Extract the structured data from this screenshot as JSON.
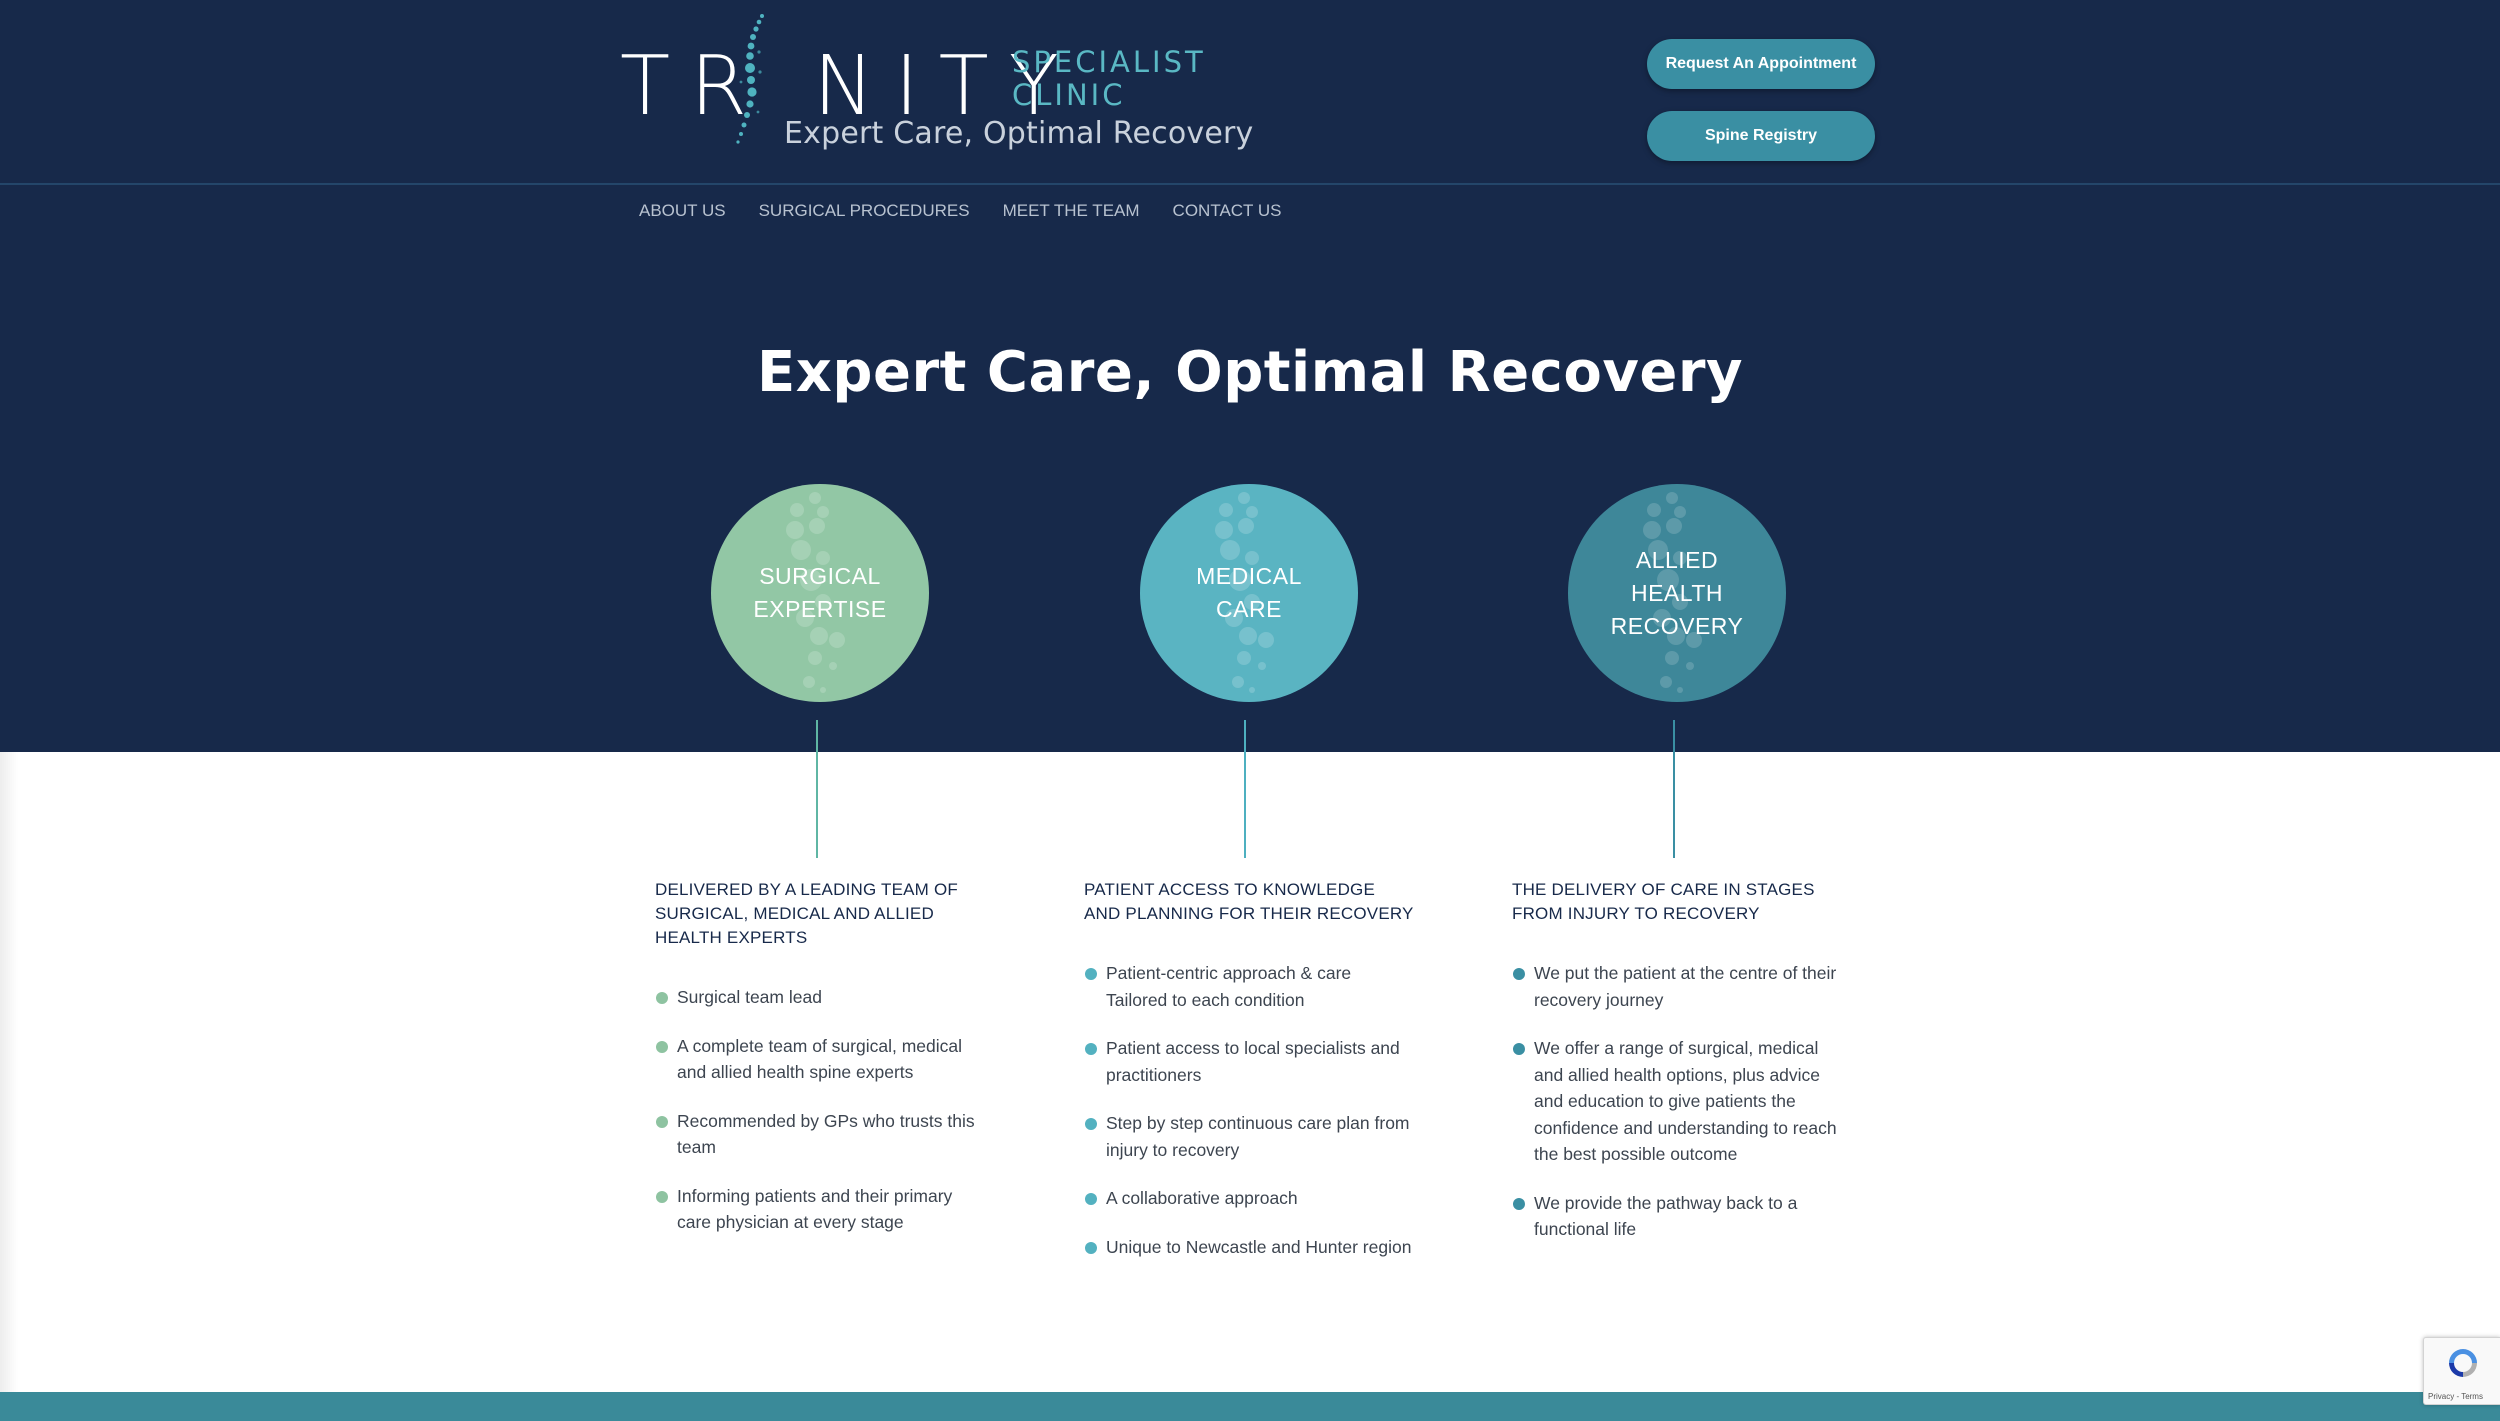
{
  "brand": {
    "wordmark": "TR NITY",
    "specialist_line1": "SPECIALIST",
    "specialist_line2": "CLINIC",
    "tagline": "Expert Care, Optimal Recovery"
  },
  "header_buttons": {
    "appointment": "Request An Appointment",
    "spine_registry": "Spine Registry"
  },
  "nav": {
    "items": [
      "ABOUT US",
      "SURGICAL PROCEDURES",
      "MEET THE TEAM",
      "CONTACT US"
    ]
  },
  "hero": {
    "title": "Expert Care, Optimal Recovery"
  },
  "pillars": [
    {
      "circle_line1": "SURGICAL",
      "circle_line2": "EXPERTISE",
      "color": "#92c7a5",
      "heading": "DELIVERED BY A LEADING TEAM OF SURGICAL, MEDICAL AND ALLIED HEALTH EXPERTS",
      "bullets": [
        "Surgical team lead",
        "A complete team of surgical, medical and allied health spine experts",
        "Recommended by GPs who trusts this team",
        "Informing patients and their primary care physician at every stage"
      ]
    },
    {
      "circle_line1": "MEDICAL",
      "circle_line2": "CARE",
      "color": "#5ab4c2",
      "heading": "PATIENT ACCESS TO KNOWLEDGE AND PLANNING FOR THEIR RECOVERY",
      "bullets": [
        "Patient-centric approach & care Tailored to each condition",
        "Patient access to local specialists and practitioners",
        "Step by step continuous care plan from injury to recovery",
        "A collaborative approach",
        "Unique to Newcastle and Hunter region"
      ]
    },
    {
      "circle_line1": "ALLIED HEALTH",
      "circle_line2": "RECOVERY",
      "color": "#3e8799",
      "heading": "THE DELIVERY OF CARE IN STAGES FROM INJURY TO RECOVERY",
      "bullets": [
        "We put the patient at the centre of their recovery journey",
        "We offer a range of surgical, medical and allied health options, plus advice and education to give patients the confidence and understanding to reach the best possible outcome",
        "We provide the pathway back to a functional life"
      ]
    }
  ],
  "recaptcha": {
    "links": "Privacy - Terms"
  },
  "colors": {
    "hero_background": "#17294a",
    "accent_teal": "#3a8fa3",
    "footer_bar": "#3a8a99"
  }
}
